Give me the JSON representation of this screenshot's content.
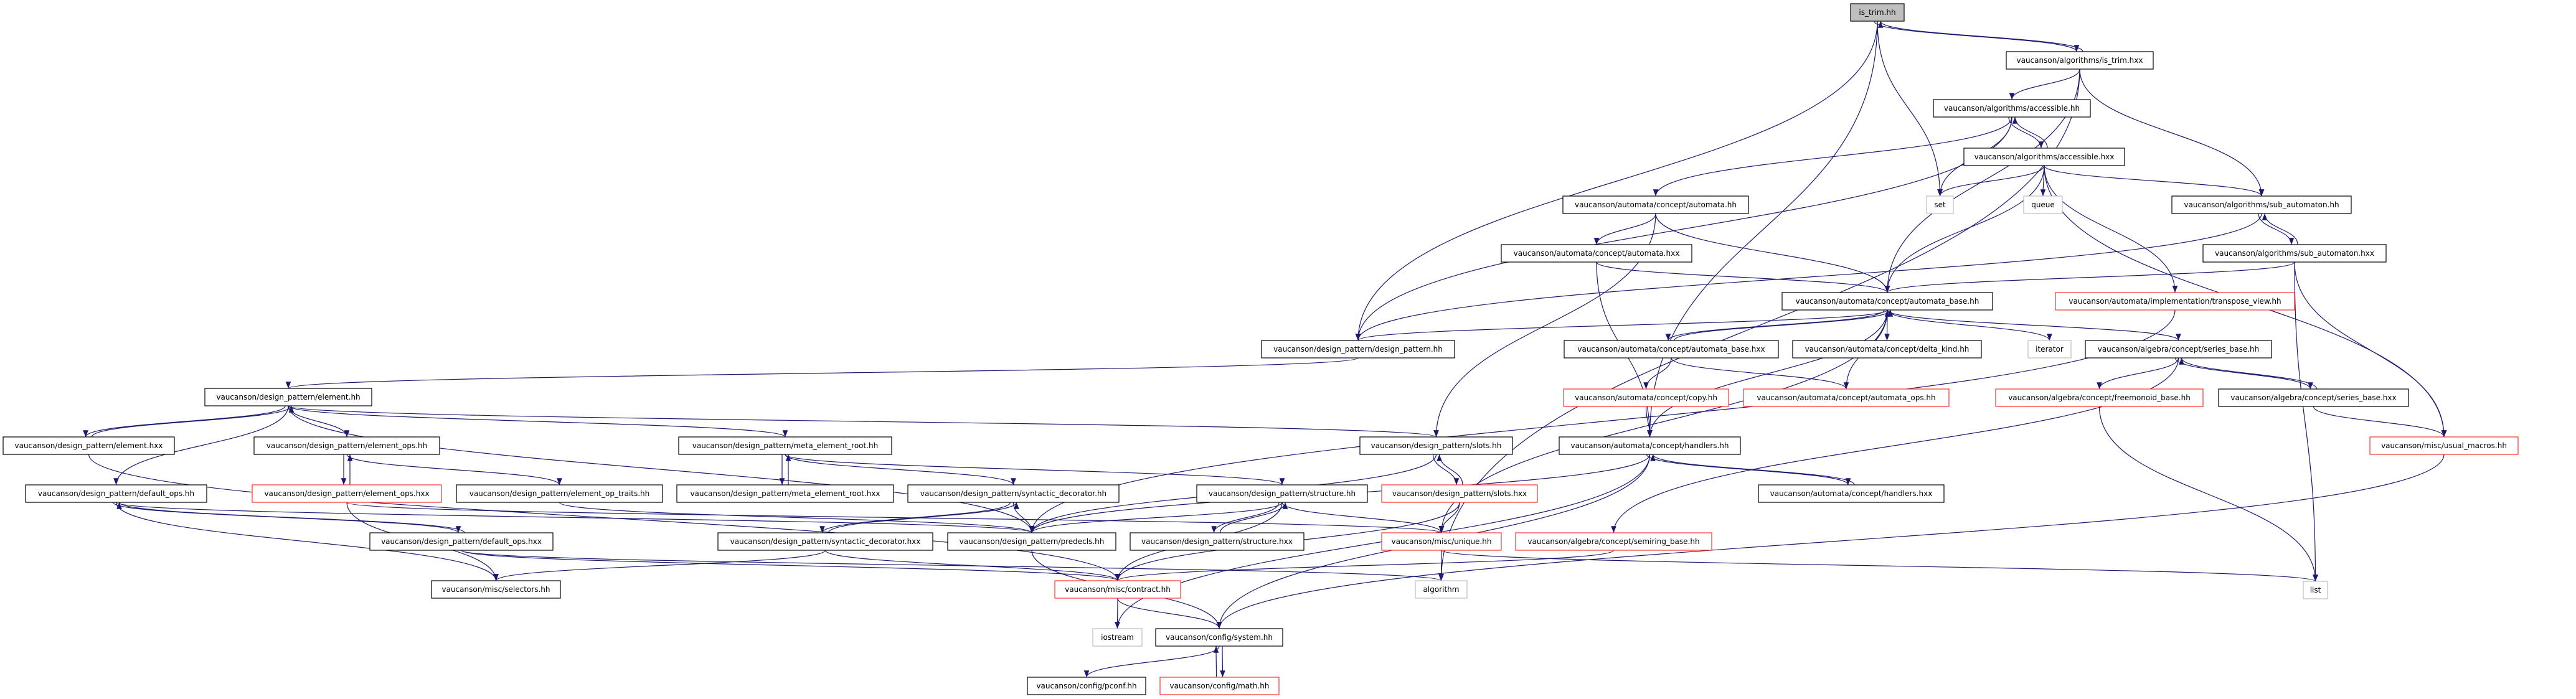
{
  "colors": {
    "edge": "#191970",
    "node_border": "#000000",
    "missing_border": "#ff3030",
    "external_border": "#bfbfbf",
    "root_fill": "#bfbfbf"
  },
  "nodes": [
    {
      "id": "is_trim_hh",
      "label": "is_trim.hh",
      "style": "root"
    },
    {
      "id": "is_trim_hxx",
      "label": "vaucanson/algorithms/is_trim.hxx",
      "style": "normal"
    },
    {
      "id": "accessible_hh",
      "label": "vaucanson/algorithms/accessible.hh",
      "style": "normal"
    },
    {
      "id": "accessible_hxx",
      "label": "vaucanson/algorithms/accessible.hxx",
      "style": "normal"
    },
    {
      "id": "automata_hh",
      "label": "vaucanson/automata/concept/automata.hh",
      "style": "normal"
    },
    {
      "id": "set",
      "label": "set",
      "style": "gray"
    },
    {
      "id": "queue",
      "label": "queue",
      "style": "gray"
    },
    {
      "id": "sub_automaton_hh",
      "label": "vaucanson/algorithms/sub_automaton.hh",
      "style": "normal"
    },
    {
      "id": "automata_hxx",
      "label": "vaucanson/automata/concept/automata.hxx",
      "style": "normal"
    },
    {
      "id": "sub_automaton_hxx",
      "label": "vaucanson/algorithms/sub_automaton.hxx",
      "style": "normal"
    },
    {
      "id": "automata_base_hh",
      "label": "vaucanson/automata/concept/automata_base.hh",
      "style": "normal"
    },
    {
      "id": "transpose_view_hh",
      "label": "vaucanson/automata/implementation/transpose_view.hh",
      "style": "red"
    },
    {
      "id": "design_pattern_hh",
      "label": "vaucanson/design_pattern/design_pattern.hh",
      "style": "normal"
    },
    {
      "id": "automata_base_hxx",
      "label": "vaucanson/automata/concept/automata_base.hxx",
      "style": "normal"
    },
    {
      "id": "delta_kind_hh",
      "label": "vaucanson/automata/concept/delta_kind.hh",
      "style": "normal"
    },
    {
      "id": "iterator",
      "label": "iterator",
      "style": "gray"
    },
    {
      "id": "series_base_hh",
      "label": "vaucanson/algebra/concept/series_base.hh",
      "style": "normal"
    },
    {
      "id": "element_hh",
      "label": "vaucanson/design_pattern/element.hh",
      "style": "normal"
    },
    {
      "id": "copy_hh",
      "label": "vaucanson/automata/concept/copy.hh",
      "style": "red"
    },
    {
      "id": "automata_ops_hh",
      "label": "vaucanson/automata/concept/automata_ops.hh",
      "style": "red"
    },
    {
      "id": "freemonoid_base_hh",
      "label": "vaucanson/algebra/concept/freemonoid_base.hh",
      "style": "red"
    },
    {
      "id": "series_base_hxx",
      "label": "vaucanson/algebra/concept/series_base.hxx",
      "style": "normal"
    },
    {
      "id": "element_hxx",
      "label": "vaucanson/design_pattern/element.hxx",
      "style": "normal"
    },
    {
      "id": "element_ops_hh",
      "label": "vaucanson/design_pattern/element_ops.hh",
      "style": "normal"
    },
    {
      "id": "meta_element_root_hh",
      "label": "vaucanson/design_pattern/meta_element_root.hh",
      "style": "normal"
    },
    {
      "id": "slots_hh",
      "label": "vaucanson/design_pattern/slots.hh",
      "style": "normal"
    },
    {
      "id": "handlers_hh",
      "label": "vaucanson/automata/concept/handlers.hh",
      "style": "normal"
    },
    {
      "id": "usual_macros_hh",
      "label": "vaucanson/misc/usual_macros.hh",
      "style": "red"
    },
    {
      "id": "default_ops_hh",
      "label": "vaucanson/design_pattern/default_ops.hh",
      "style": "normal"
    },
    {
      "id": "element_ops_hxx",
      "label": "vaucanson/design_pattern/element_ops.hxx",
      "style": "red"
    },
    {
      "id": "element_op_traits_hh",
      "label": "vaucanson/design_pattern/element_op_traits.hh",
      "style": "normal"
    },
    {
      "id": "meta_element_root_hxx",
      "label": "vaucanson/design_pattern/meta_element_root.hxx",
      "style": "normal"
    },
    {
      "id": "syntactic_decorator_hh",
      "label": "vaucanson/design_pattern/syntactic_decorator.hh",
      "style": "normal"
    },
    {
      "id": "structure_hh",
      "label": "vaucanson/design_pattern/structure.hh",
      "style": "normal"
    },
    {
      "id": "slots_hxx",
      "label": "vaucanson/design_pattern/slots.hxx",
      "style": "red"
    },
    {
      "id": "handlers_hxx",
      "label": "vaucanson/automata/concept/handlers.hxx",
      "style": "normal"
    },
    {
      "id": "default_ops_hxx",
      "label": "vaucanson/design_pattern/default_ops.hxx",
      "style": "normal"
    },
    {
      "id": "syntactic_decorator_hxx",
      "label": "vaucanson/design_pattern/syntactic_decorator.hxx",
      "style": "normal"
    },
    {
      "id": "predecls_hh",
      "label": "vaucanson/design_pattern/predecls.hh",
      "style": "normal"
    },
    {
      "id": "structure_hxx",
      "label": "vaucanson/design_pattern/structure.hxx",
      "style": "normal"
    },
    {
      "id": "unique_hh",
      "label": "vaucanson/misc/unique.hh",
      "style": "red"
    },
    {
      "id": "semiring_base_hh",
      "label": "vaucanson/algebra/concept/semiring_base.hh",
      "style": "red"
    },
    {
      "id": "selectors_hh",
      "label": "vaucanson/misc/selectors.hh",
      "style": "normal"
    },
    {
      "id": "contract_hh",
      "label": "vaucanson/misc/contract.hh",
      "style": "red"
    },
    {
      "id": "algorithm",
      "label": "algorithm",
      "style": "gray"
    },
    {
      "id": "list",
      "label": "list",
      "style": "gray"
    },
    {
      "id": "iostream",
      "label": "iostream",
      "style": "gray"
    },
    {
      "id": "system_hh",
      "label": "vaucanson/config/system.hh",
      "style": "normal"
    },
    {
      "id": "pconf_hh",
      "label": "vaucanson/config/pconf.hh",
      "style": "normal"
    },
    {
      "id": "math_hh",
      "label": "vaucanson/config/math.hh",
      "style": "red"
    }
  ],
  "edges": [
    [
      "is_trim_hh",
      "is_trim_hxx"
    ],
    [
      "is_trim_hxx",
      "is_trim_hh"
    ],
    [
      "is_trim_hh",
      "set"
    ],
    [
      "is_trim_hh",
      "design_pattern_hh"
    ],
    [
      "is_trim_hh",
      "handlers_hh"
    ],
    [
      "is_trim_hxx",
      "accessible_hh"
    ],
    [
      "is_trim_hxx",
      "automata_base_hh"
    ],
    [
      "is_trim_hxx",
      "sub_automaton_hh"
    ],
    [
      "is_trim_hxx",
      "algorithm"
    ],
    [
      "accessible_hh",
      "accessible_hxx"
    ],
    [
      "accessible_hxx",
      "accessible_hh"
    ],
    [
      "accessible_hh",
      "set"
    ],
    [
      "accessible_hh",
      "design_pattern_hh"
    ],
    [
      "accessible_hh",
      "automata_hh"
    ],
    [
      "accessible_hxx",
      "set"
    ],
    [
      "accessible_hxx",
      "queue"
    ],
    [
      "accessible_hxx",
      "automata_base_hh"
    ],
    [
      "accessible_hxx",
      "sub_automaton_hh"
    ],
    [
      "accessible_hxx",
      "transpose_view_hh"
    ],
    [
      "accessible_hxx",
      "usual_macros_hh"
    ],
    [
      "sub_automaton_hh",
      "sub_automaton_hxx"
    ],
    [
      "sub_automaton_hxx",
      "sub_automaton_hh"
    ],
    [
      "sub_automaton_hh",
      "design_pattern_hh"
    ],
    [
      "sub_automaton_hxx",
      "automata_base_hh"
    ],
    [
      "sub_automaton_hxx",
      "usual_macros_hh"
    ],
    [
      "sub_automaton_hxx",
      "list"
    ],
    [
      "automata_hh",
      "automata_hxx"
    ],
    [
      "automata_hh",
      "automata_base_hh"
    ],
    [
      "automata_hh",
      "slots_hh"
    ],
    [
      "automata_hxx",
      "automata_base_hh"
    ],
    [
      "automata_hxx",
      "handlers_hh"
    ],
    [
      "automata_base_hh",
      "design_pattern_hh"
    ],
    [
      "automata_base_hh",
      "automata_base_hxx"
    ],
    [
      "automata_base_hxx",
      "automata_base_hh"
    ],
    [
      "automata_base_hh",
      "delta_kind_hh"
    ],
    [
      "automata_base_hh",
      "iterator"
    ],
    [
      "automata_base_hh",
      "series_base_hh"
    ],
    [
      "automata_base_hh",
      "handlers_hh"
    ],
    [
      "automata_base_hh",
      "unique_hh"
    ],
    [
      "automata_base_hxx",
      "copy_hh"
    ],
    [
      "automata_base_hxx",
      "automata_ops_hh"
    ],
    [
      "automata_ops_hh",
      "automata_base_hh"
    ],
    [
      "copy_hh",
      "handlers_hh"
    ],
    [
      "handlers_hh",
      "handlers_hxx"
    ],
    [
      "handlers_hxx",
      "handlers_hh"
    ],
    [
      "handlers_hh",
      "predecls_hh"
    ],
    [
      "handlers_hh",
      "system_hh"
    ],
    [
      "handlers_hh",
      "iostream"
    ],
    [
      "transpose_view_hh",
      "predecls_hh"
    ],
    [
      "series_base_hh",
      "semiring_base_hh"
    ],
    [
      "series_base_hh",
      "freemonoid_base_hh"
    ],
    [
      "series_base_hh",
      "series_base_hxx"
    ],
    [
      "series_base_hxx",
      "series_base_hh"
    ],
    [
      "series_base_hxx",
      "usual_macros_hh"
    ],
    [
      "freemonoid_base_hh",
      "list"
    ],
    [
      "usual_macros_hh",
      "system_hh"
    ],
    [
      "semiring_base_hh",
      "contract_hh"
    ],
    [
      "design_pattern_hh",
      "element_hh"
    ],
    [
      "element_hh",
      "element_hxx"
    ],
    [
      "element_hxx",
      "element_hh"
    ],
    [
      "element_hh",
      "element_ops_hh"
    ],
    [
      "element_hh",
      "default_ops_hh"
    ],
    [
      "element_hh",
      "meta_element_root_hh"
    ],
    [
      "element_hh",
      "slots_hh"
    ],
    [
      "element_hh",
      "predecls_hh"
    ],
    [
      "element_hxx",
      "contract_hh"
    ],
    [
      "element_ops_hh",
      "element_ops_hxx"
    ],
    [
      "element_ops_hxx",
      "element_ops_hh"
    ],
    [
      "element_ops_hh",
      "element_op_traits_hh"
    ],
    [
      "element_ops_hxx",
      "selectors_hh"
    ],
    [
      "element_ops_hxx",
      "unique_hh"
    ],
    [
      "element_op_traits_hh",
      "predecls_hh"
    ],
    [
      "default_ops_hh",
      "default_ops_hxx"
    ],
    [
      "default_ops_hxx",
      "default_ops_hh"
    ],
    [
      "default_ops_hh",
      "selectors_hh"
    ],
    [
      "default_ops_hh",
      "predecls_hh"
    ],
    [
      "default_ops_hxx",
      "contract_hh"
    ],
    [
      "default_ops_hxx",
      "algorithm"
    ],
    [
      "meta_element_root_hh",
      "meta_element_root_hxx"
    ],
    [
      "meta_element_root_hxx",
      "meta_element_root_hh"
    ],
    [
      "meta_element_root_hh",
      "syntactic_decorator_hh"
    ],
    [
      "meta_element_root_hh",
      "structure_hh"
    ],
    [
      "syntactic_decorator_hh",
      "syntactic_decorator_hxx"
    ],
    [
      "syntactic_decorator_hxx",
      "syntactic_decorator_hh"
    ],
    [
      "syntactic_decorator_hh",
      "predecls_hh"
    ],
    [
      "syntactic_decorator_hxx",
      "contract_hh"
    ],
    [
      "syntactic_decorator_hxx",
      "selectors_hh"
    ],
    [
      "slots_hh",
      "slots_hxx"
    ],
    [
      "slots_hxx",
      "slots_hh"
    ],
    [
      "slots_hh",
      "predecls_hh"
    ],
    [
      "slots_hxx",
      "unique_hh"
    ],
    [
      "slots_hxx",
      "contract_hh"
    ],
    [
      "structure_hh",
      "structure_hxx"
    ],
    [
      "structure_hxx",
      "structure_hh"
    ],
    [
      "structure_hh",
      "predecls_hh"
    ],
    [
      "structure_hh",
      "unique_hh"
    ],
    [
      "structure_hh",
      "contract_hh"
    ],
    [
      "predecls_hh",
      "system_hh"
    ],
    [
      "unique_hh",
      "algorithm"
    ],
    [
      "unique_hh",
      "list"
    ],
    [
      "contract_hh",
      "iostream"
    ],
    [
      "contract_hh",
      "system_hh"
    ],
    [
      "system_hh",
      "pconf_hh"
    ],
    [
      "system_hh",
      "math_hh"
    ],
    [
      "math_hh",
      "system_hh"
    ]
  ]
}
